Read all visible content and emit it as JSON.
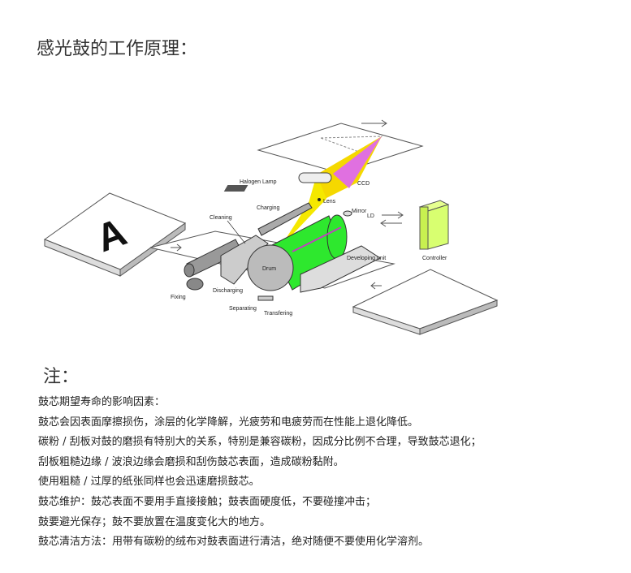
{
  "title": "感光鼓的工作原理：",
  "diagram": {
    "labels": {
      "halogen_lamp": "Halogen Lamp",
      "ccd": "CCD",
      "lens": "Lens",
      "charging": "Charging",
      "cleaning": "Cleaning",
      "mirror": "Mirror",
      "ld": "LD",
      "drum": "Drum",
      "developing_unit": "Developing unit",
      "controller": "Controller",
      "fixing": "Fixing",
      "discharging": "Discharging",
      "separating": "Separating",
      "transfering": "Transfering",
      "paper_letter": "A"
    }
  },
  "note_heading": "注：",
  "lines": [
    "鼓芯期望寿命的影响因素：",
    "鼓芯会因表面摩擦损伤，涂层的化学降解，光疲劳和电疲劳而在性能上退化降低。",
    "碳粉 / 刮板对鼓的磨损有特别大的关系，特别是兼容碳粉，因成分比例不合理，导致鼓芯退化；",
    "刮板粗糙边缘 / 波浪边缘会磨损和刮伤鼓芯表面，造成碳粉黏附。",
    "使用粗糙 / 过厚的纸张同样也会迅速磨损鼓芯。",
    "鼓芯维护：鼓芯表面不要用手直接接触；鼓表面硬度低，不要碰撞冲击；",
    "鼓要避光保存；鼓不要放置在温度变化大的地方。",
    "鼓芯清洁方法：用带有碳粉的绒布对鼓表面进行清洁，绝对随便不要使用化学溶剂。"
  ]
}
